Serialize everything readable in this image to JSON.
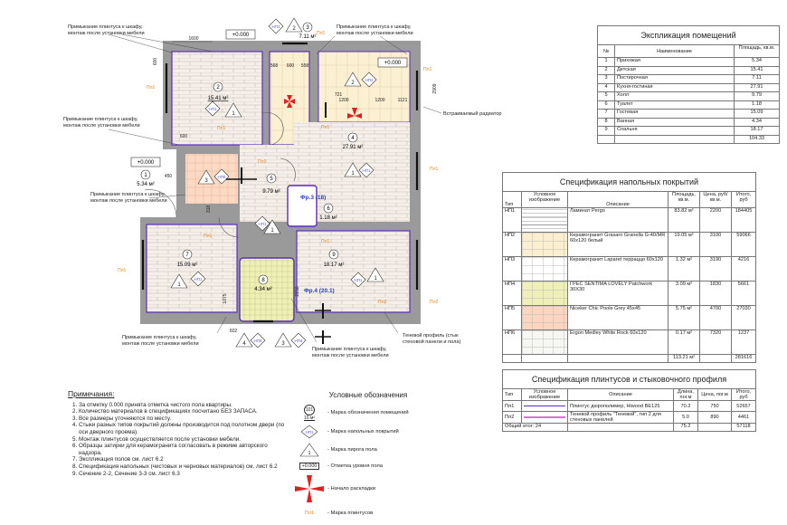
{
  "plan": {
    "callout_text_1": "Примыкание плинтуса к шкафу,",
    "callout_text_2": "монтаж после установки мебели",
    "radiator_label": "Встраиваемый радиатор",
    "shadow_profile_1": "Теневой профиль (стык",
    "shadow_profile_2": "стеновой панели и пола)",
    "level": "+0.000",
    "fragment_3": "Фр.3 (18)",
    "fragment_4": "Фр.4 (20.1)",
    "plinth_mark_1": "Пл1",
    "plinth_mark_2": "Пл2",
    "dims": [
      "1600",
      "600",
      "568",
      "600",
      "558",
      "300",
      "300",
      "1200",
      "1200",
      "1121",
      "2909",
      "721",
      "450",
      "600",
      "602",
      "1075",
      "2150",
      "318",
      "600"
    ],
    "rooms": [
      {
        "num": "1",
        "area": "5.34 м²"
      },
      {
        "num": "2",
        "area": "15.41 м²"
      },
      {
        "num": "3",
        "area": "7.11 м²"
      },
      {
        "num": "4",
        "area": "27.91 м²"
      },
      {
        "num": "5",
        "area": "9.79 м²"
      },
      {
        "num": "6",
        "area": "1.18 м²"
      },
      {
        "num": "7",
        "area": "15.09 м²"
      },
      {
        "num": "8",
        "area": "4.34 м²"
      },
      {
        "num": "9",
        "area": "18.17 м²"
      }
    ],
    "floor_marks": [
      "НП1",
      "НП2",
      "НП3",
      "НП4",
      "НП5",
      "НП6"
    ],
    "pie_marks": [
      "1",
      "2",
      "3",
      "4"
    ],
    "section_marks": [
      "2",
      "3"
    ]
  },
  "rooms_table": {
    "title": "Экспликация помещений",
    "headers": [
      "№",
      "Наименование",
      "Площадь, кв.м."
    ],
    "rows": [
      [
        "1",
        "Прихожая",
        "5.34"
      ],
      [
        "2",
        "Детская",
        "15.41"
      ],
      [
        "3",
        "Постирочная",
        "7.11"
      ],
      [
        "4",
        "Кухня-гостиная",
        "27.91"
      ],
      [
        "5",
        "Холл",
        "9.79"
      ],
      [
        "6",
        "Туалет",
        "1.18"
      ],
      [
        "7",
        "Гостевая",
        "15.09"
      ],
      [
        "8",
        "Ванная",
        "4.34"
      ],
      [
        "9",
        "Спальня",
        "18.17"
      ]
    ],
    "total": "104.33"
  },
  "floor_table": {
    "title": "Спецификация напольных покрытий",
    "headers": [
      "Тип",
      "Условное изображение",
      "Описание",
      "Площадь, кв.м.",
      "Цена, руб/кв.м.",
      "Итого, руб"
    ],
    "rows": [
      {
        "type": "НП1",
        "desc": "Ламинат Pergo",
        "area": "83.82 м²",
        "price": "2200",
        "total": "184405",
        "swatch": "laminate"
      },
      {
        "type": "НП2",
        "desc": "Керамогранит Grasaro Granella G-40/MR 60x120 белый",
        "area": "19.05 м²",
        "price": "3100",
        "total": "59066",
        "swatch": "#fbefcf"
      },
      {
        "type": "НП3",
        "desc": "Керамогранит Laparet терраццо 60x120",
        "area": "1.32 м²",
        "price": "3190",
        "total": "4216",
        "swatch": "#ffffff"
      },
      {
        "type": "НП4",
        "desc": "ГРЕС SENTIMA LOVELY Patchwork 30X30",
        "area": "3.09 м²",
        "price": "1830",
        "total": "5661",
        "swatch": "#eef0b8"
      },
      {
        "type": "НП5",
        "desc": "Niceker Chic Poole Grey 45x45",
        "area": "5.75 м²",
        "price": "4700",
        "total": "27030",
        "swatch": "#fbd5bf"
      },
      {
        "type": "НП6",
        "desc": "Ergon Medley White Rock 60x120",
        "area": "0.17 м²",
        "price": "7320",
        "total": "1237",
        "swatch": "#f6f6f2"
      }
    ],
    "total_area": "113.21 м²",
    "total_sum": "281616"
  },
  "plinth_table": {
    "title": "Спецификация плинтусов и стыковочного профиля",
    "headers": [
      "Тип",
      "Условное изображение",
      "Описание",
      "Длина, пог.м",
      "Цена, пог.м",
      "Итого, руб"
    ],
    "rows": [
      {
        "type": "Пл1",
        "desc": "Плинтус дюрополимер, Hiwood BE125",
        "len": "70.2",
        "price": "750",
        "total": "52657",
        "color": "#5b2fb8"
      },
      {
        "type": "Пл2",
        "desc": "Теневой профиль \"Теневой\", тип 2 для стеновых панелей",
        "len": "5.0",
        "price": "890",
        "total": "4461",
        "color": "#e070d8"
      }
    ],
    "total_label": "Общий итог: 24",
    "total_len": "75.2",
    "total_sum": "57118"
  },
  "notes": {
    "title": "Примечания:",
    "items": [
      "За отметку 0.000 принята отметка чистого пола квартиры.",
      "Количество материалов в спецификациях посчитано БЕЗ ЗАПАСА.",
      "Все размеры уточняются по месту.",
      "Стыки разных типов покрытий должны производится под полотном двери (по оси дверного проема).",
      "Монтаж плинтусов осуществляется после установки мебели.",
      "Образцы затирки для керамогранита согласовать в режиме авторского надзора.",
      "Экспликация полов см. лист 6.2",
      "Спецификация напольных (чистовых и черновых материалов) см. лист 6.2",
      "Сечение 2-2, Сечение 3-3 см. лист 6.3"
    ]
  },
  "legend": {
    "title": "Условные обозначения",
    "room_sym_num": "101",
    "room_sym_area": "10 м²",
    "floor_sym": "НП1",
    "pie_sym": "1",
    "level_sym": "+0.000",
    "plinth_sym": "Пл1",
    "items": [
      "- Марка обозначения помещений",
      "- Марка напольных покрытий",
      "- Марка пирога пола",
      "- Отметка уровня пола",
      "- Начало раскладки",
      "- Марка плинтусов"
    ]
  },
  "colors": {
    "plinth": "#5b2fb8",
    "plinth2": "#e070d8",
    "wall": "#9a9a9a",
    "accent": "#e02020",
    "mark_text": "#e08a2a",
    "frag": "#2a3fc0"
  }
}
